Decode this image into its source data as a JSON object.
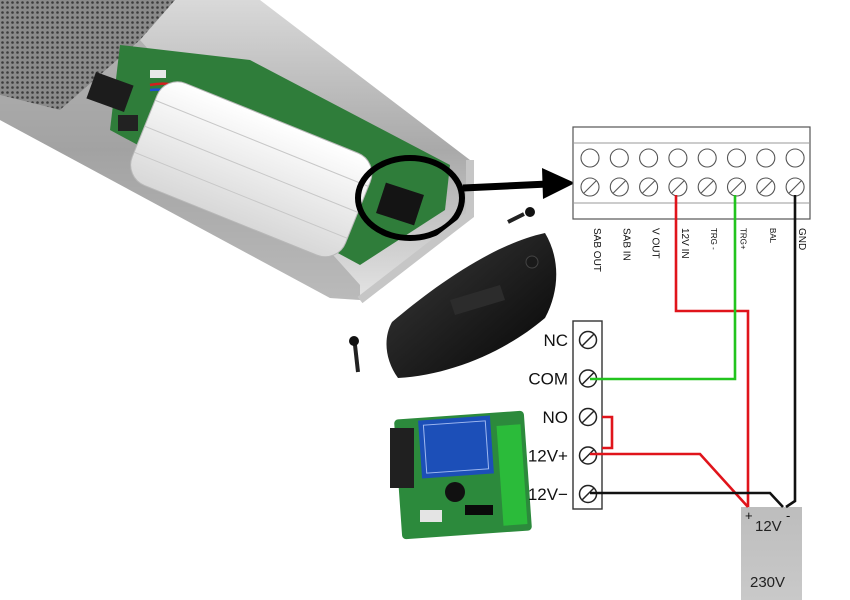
{
  "terminal_block": {
    "labels": [
      "SAB OUT",
      "SAB IN",
      "V OUT",
      "12V IN",
      "TRG -",
      "TRG+",
      "BAL",
      "GND"
    ]
  },
  "relay_terminals": {
    "labels": [
      "NC",
      "COM",
      "NO",
      "12V+",
      "12V−"
    ]
  },
  "power_supply": {
    "plus": "+",
    "minus": "-",
    "output_label": "12V",
    "input_label": "230V"
  },
  "wires": {
    "colors": {
      "red": "#e0141b",
      "green": "#22c41e",
      "black": "#111111"
    }
  }
}
